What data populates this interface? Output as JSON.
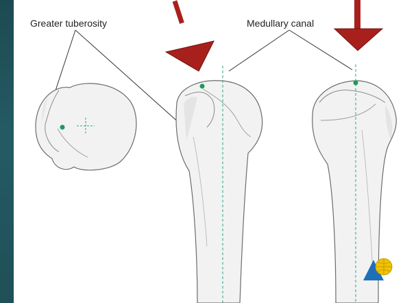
{
  "labels": {
    "greater_tuberosity": "Greater tuberosity",
    "medullary_canal": "Medullary canal"
  },
  "colors": {
    "background": "#245b63",
    "arrow": "#a8201c",
    "bone_fill": "#f2f2f2",
    "bone_stroke": "#6b6b6b",
    "canal_line": "#2ca58d",
    "marker_dot": "#1a9a5c",
    "logo_yellow": "#f2c200",
    "logo_blue": "#1f6fb8"
  },
  "icons": {
    "logo": "ao-foundation-logo",
    "arrows": "red-arrow-icon"
  }
}
